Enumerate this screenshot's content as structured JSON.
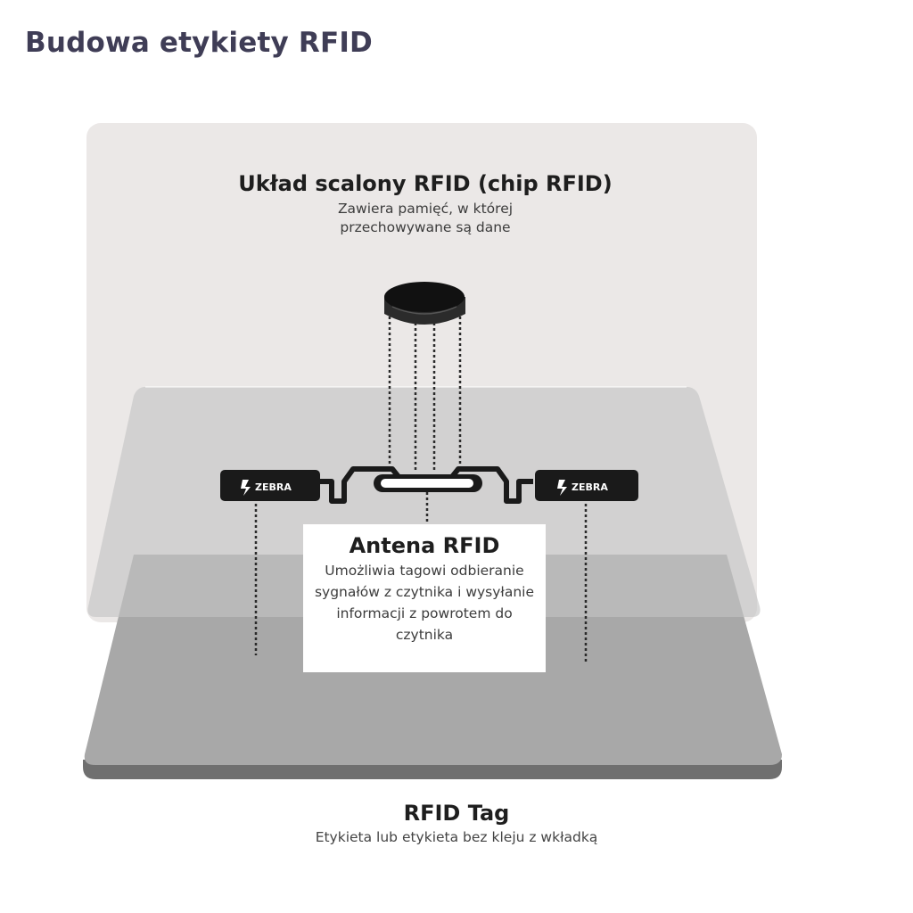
{
  "title": "Budowa etykiety RFID",
  "chip": {
    "title": "Układ scalony RFID (chip RFID)",
    "description": "Zawiera pamięć, w której przechowywane są dane"
  },
  "antenna": {
    "title": "Antena RFID",
    "description": "Umożliwia tagowi odbieranie sygnałów z czytnika i wysyłanie informacji z powrotem do czytnika"
  },
  "tag": {
    "title": "RFID Tag",
    "description": "Etykieta lub etykieta bez kleju z wkładką"
  },
  "logos": {
    "left": "ZEBRA",
    "right": "ZEBRA"
  },
  "colors": {
    "title": "#3f3d56",
    "back_panel": "#ebe8e7",
    "middle_layer": "#d2d2d2",
    "base_layer": "#a8a8a8",
    "chip": "#111111"
  }
}
